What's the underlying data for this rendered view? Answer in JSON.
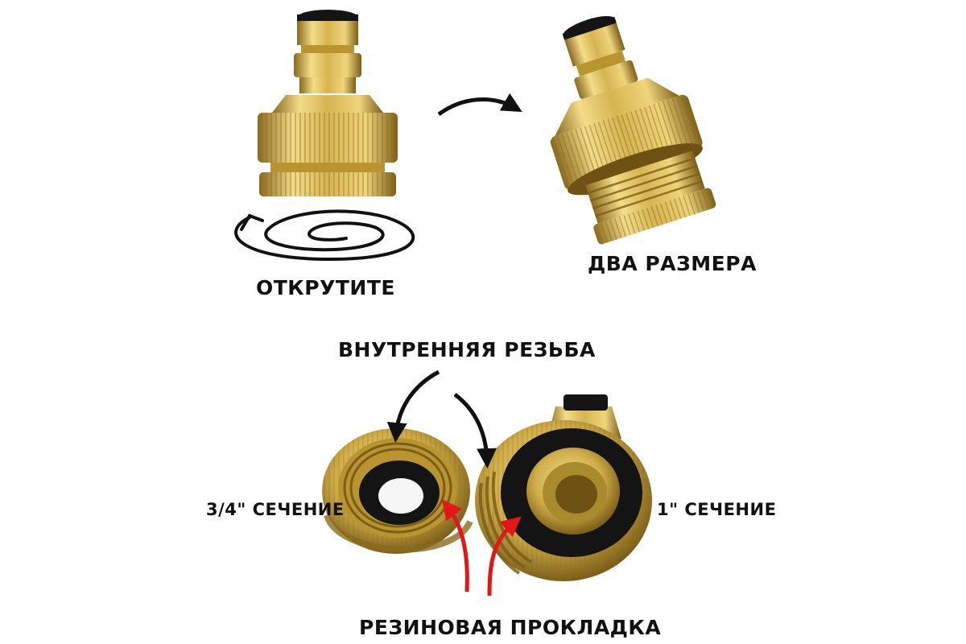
{
  "labels": {
    "unscrew": "ОТКРУТИТЕ",
    "two_sizes": "ДВА РАЗМЕРА",
    "internal_thread": "ВНУТРЕННЯЯ РЕЗЬБА",
    "size_three_quarter": "3/4\" СЕЧЕНИЕ",
    "size_one_inch": "1\" СЕЧЕНИЕ",
    "rubber_gasket": "РЕЗИНОВАЯ ПРОКЛАДКА"
  },
  "colors": {
    "brass_light": "#f3dc8a",
    "brass_mid": "#d6b451",
    "brass_dark": "#8a6a1e",
    "rubber": "#141414",
    "arrow_black": "#111111",
    "arrow_red": "#e01818",
    "background": "#ffffff"
  }
}
